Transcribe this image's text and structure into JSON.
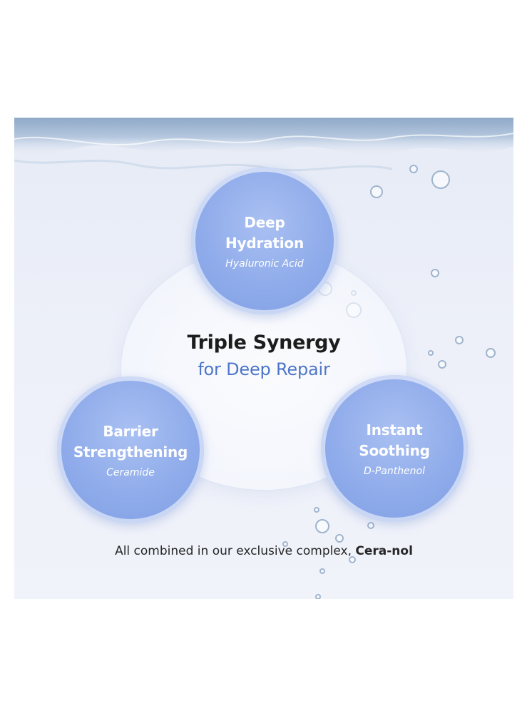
{
  "center": {
    "title": "Triple Synergy",
    "subtitle": "for Deep Repair"
  },
  "benefits": [
    {
      "title_line1": "Deep",
      "title_line2": "Hydration",
      "ingredient": "Hyaluronic Acid"
    },
    {
      "title_line1": "Barrier",
      "title_line2": "Strengthening",
      "ingredient": "Ceramide"
    },
    {
      "title_line1": "Instant",
      "title_line2": "Soothing",
      "ingredient": "D-Panthenol"
    }
  ],
  "footer": {
    "text": "All combined in our exclusive complex, ",
    "brand": "Cera-nol"
  },
  "colors": {
    "accent": "#4e76c9",
    "circle": "#8fabea",
    "background": "#edf0f9"
  }
}
